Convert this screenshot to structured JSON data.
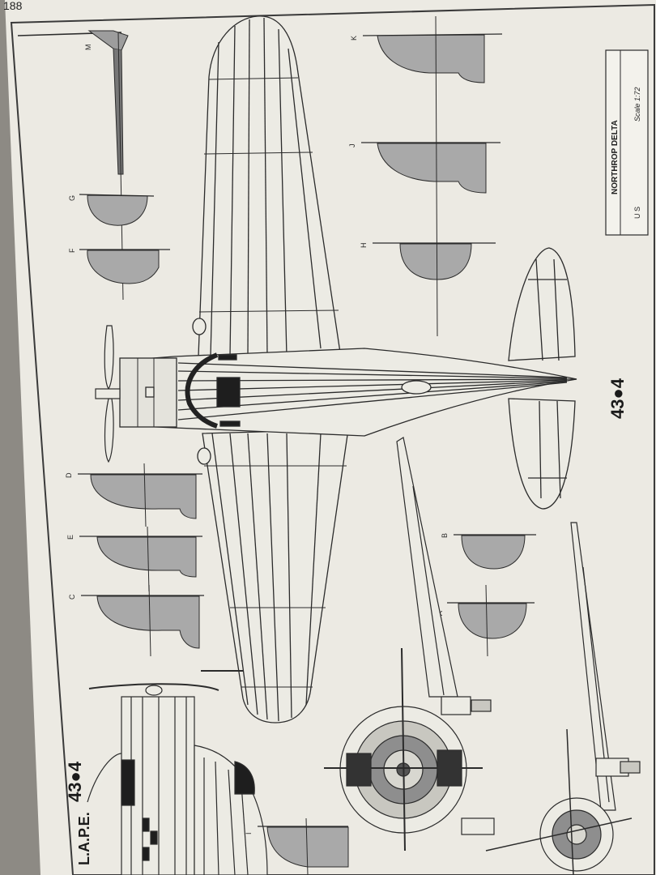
{
  "page": {
    "page_number": "188",
    "paper_color": "#eceae3",
    "line_color": "#2b2b2b",
    "section_fill": "#a9a9a9"
  },
  "title_block": {
    "country": "U S",
    "aircraft": "NORTHROP DELTA",
    "scale": "Scale 1:72"
  },
  "markings": {
    "top_serial": "43●4",
    "side_serial": "43●4",
    "operator": "L.A.P.E."
  },
  "section_labels": {
    "A": "A",
    "B": "B",
    "C": "C",
    "D": "D",
    "E": "E",
    "F": "F",
    "G": "G",
    "H": "H",
    "I": "I",
    "J": "J",
    "K": "K",
    "M": "M"
  }
}
